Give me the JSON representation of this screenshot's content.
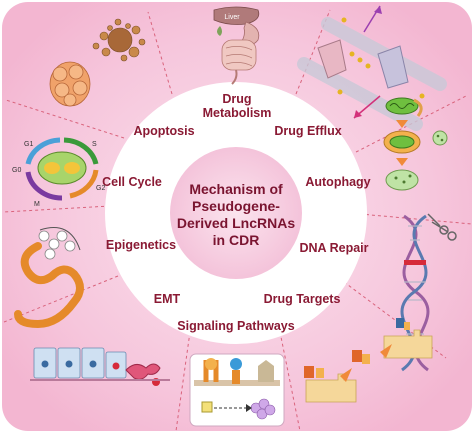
{
  "center": {
    "lines": [
      "Mechanism of",
      "Pseudogene-",
      "Derived LncRNAs",
      "in CDR"
    ]
  },
  "mechanisms": {
    "drug_metabolism": [
      "Drug",
      "Metabolism"
    ],
    "drug_efflux": "Drug Efflux",
    "autophagy": "Autophagy",
    "dna_repair": "DNA Repair",
    "drug_targets": "Drug Targets",
    "signaling_pathways": "Signaling Pathways",
    "emt": "EMT",
    "epigenetics": "Epigenetics",
    "cell_cycle": "Cell Cycle",
    "apoptosis": "Apoptosis"
  },
  "illustrations": {
    "liver_label": "Liver",
    "cell_cycle_phases": [
      "G1",
      "S",
      "G2",
      "M",
      "G0"
    ]
  },
  "colors": {
    "outer_pink": "#f6c9de",
    "inner_ring": "#ffffff",
    "center_fill": "#f7d3e4",
    "label_color": "#8a1a34",
    "divider": "#d9637c"
  }
}
